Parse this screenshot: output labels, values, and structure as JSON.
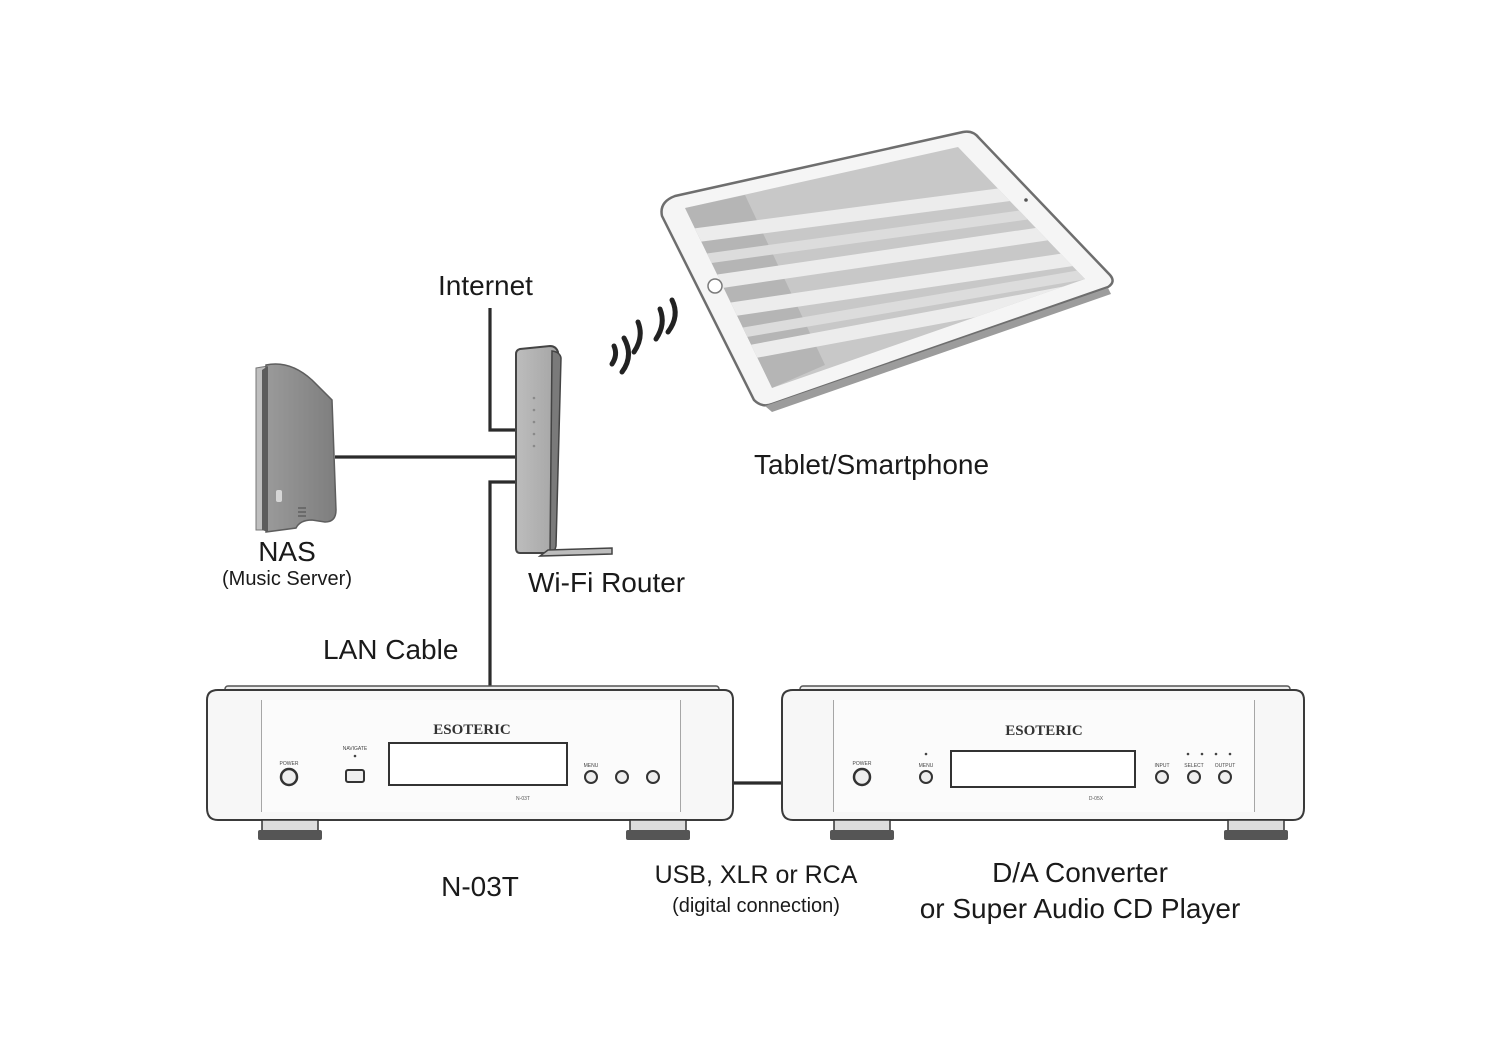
{
  "labels": {
    "internet": "Internet",
    "tablet": "Tablet/Smartphone",
    "nas": "NAS",
    "nas_sub": "(Music Server)",
    "router": "Wi-Fi Router",
    "lan_cable": "LAN Cable",
    "n03t": "N-03T",
    "connection": "USB, XLR or RCA",
    "connection_sub": "(digital connection)",
    "dac_line1": "D/A Converter",
    "dac_line2": "or Super Audio CD Player"
  },
  "devices": {
    "brand_logo": "ESOTERIC",
    "n03t_buttons": [
      "POWER",
      "MENU"
    ],
    "n03t_indicator": "NAVIGATE",
    "n03t_model_small": "N-03T",
    "dac_buttons": [
      "POWER",
      "MENU",
      "INPUT",
      "SELECT",
      "OUTPUT"
    ],
    "dac_model_small": "D-05X"
  }
}
